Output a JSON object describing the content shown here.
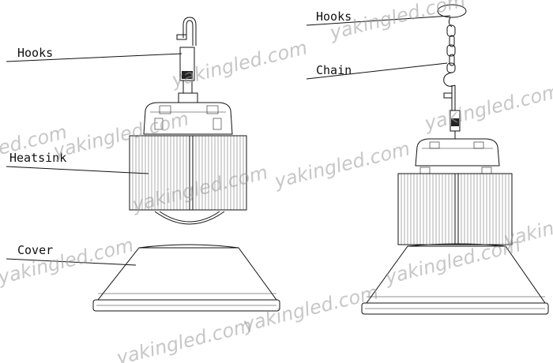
{
  "labels": {
    "left_hooks": "Hooks",
    "left_heatsink": "Heatsink",
    "left_cover": "Cover",
    "right_hooks": "Hooks",
    "right_chain": "Chain"
  },
  "watermark": "yakingled.com",
  "watermark_fragments": {
    "edge_left": "ed.com",
    "edge_bottom": "yakingled.com",
    "edge_right": "yakin"
  },
  "colors": {
    "line": "#111111",
    "watermark": "#9a9a9a",
    "background": "#ffffff"
  }
}
